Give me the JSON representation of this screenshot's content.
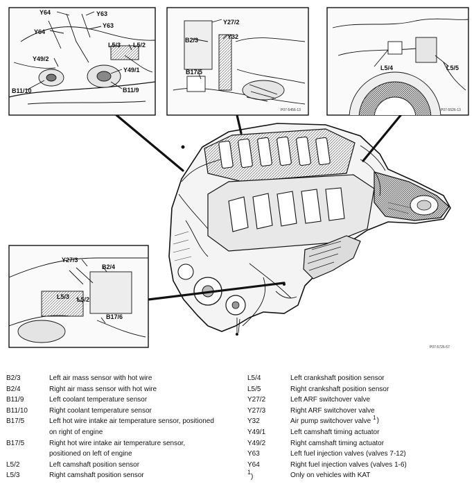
{
  "figure": {
    "insets": [
      {
        "name": "upper-left-inset",
        "labels": [
          "Y64",
          "Y63",
          "Y64",
          "Y63",
          "L5/3",
          "L5/2",
          "Y49/2",
          "Y49/1",
          "B11/10",
          "B11/9"
        ]
      },
      {
        "name": "upper-middle-inset",
        "labels": [
          "Y27/2",
          "B2/3",
          "Y32",
          "B17/5"
        ],
        "ref": "P07-5456-13"
      },
      {
        "name": "upper-right-inset",
        "labels": [
          "L5/4",
          "L5/5"
        ],
        "ref": "P07-5526-13"
      },
      {
        "name": "lower-left-inset",
        "labels": [
          "Y27/3",
          "B2/4",
          "L5/3",
          "L5/2",
          "B17/6"
        ]
      }
    ],
    "main_ref": "P07-5726-57",
    "colors": {
      "line": "#111111",
      "background": "#ffffff"
    }
  },
  "legend": {
    "left": [
      {
        "code": "B2/3",
        "text": "Left air mass sensor with hot wire",
        "text2": ""
      },
      {
        "code": "B2/4",
        "text": "Right air mass sensor with hot wire",
        "text2": ""
      },
      {
        "code": "B11/9",
        "text": "Left coolant temperature sensor",
        "text2": ""
      },
      {
        "code": "B11/10",
        "text": "Right coolant temperature sensor",
        "text2": ""
      },
      {
        "code": "B17/5",
        "text": "Left hot wire intake air temperature sensor, positioned",
        "text2": "on right of engine"
      },
      {
        "code": "B17/5",
        "text": "Right hot wire intake air temperature sensor,",
        "text2": "positioned on left of engine"
      },
      {
        "code": "L5/2",
        "text": "Left camshaft position sensor",
        "text2": ""
      },
      {
        "code": "L5/3",
        "text": "Right camshaft position sensor",
        "text2": ""
      }
    ],
    "right": [
      {
        "code": "L5/4",
        "text": "Left crankshaft position sensor",
        "footnote": ""
      },
      {
        "code": "L5/5",
        "text": "Right crankshaft position sensor",
        "footnote": ""
      },
      {
        "code": "Y27/2",
        "text": "Left ARF switchover valve",
        "footnote": ""
      },
      {
        "code": "Y27/3",
        "text": "Right ARF switchover valve",
        "footnote": ""
      },
      {
        "code": "Y32",
        "text": "Air pump switchover valve",
        "footnote": "1"
      },
      {
        "code": "Y49/1",
        "text": "Left camshaft timing actuator",
        "footnote": ""
      },
      {
        "code": "Y49/2",
        "text": "Right camshaft timing actuator",
        "footnote": ""
      },
      {
        "code": "Y63",
        "text": "Left fuel injection valves (valves 7-12)",
        "footnote": ""
      },
      {
        "code": "Y64",
        "text": "Right fuel injection valves (valves 1-6)",
        "footnote": ""
      },
      {
        "code": "1",
        "text": "Only on vehicles with KAT",
        "footnote": ""
      }
    ]
  }
}
